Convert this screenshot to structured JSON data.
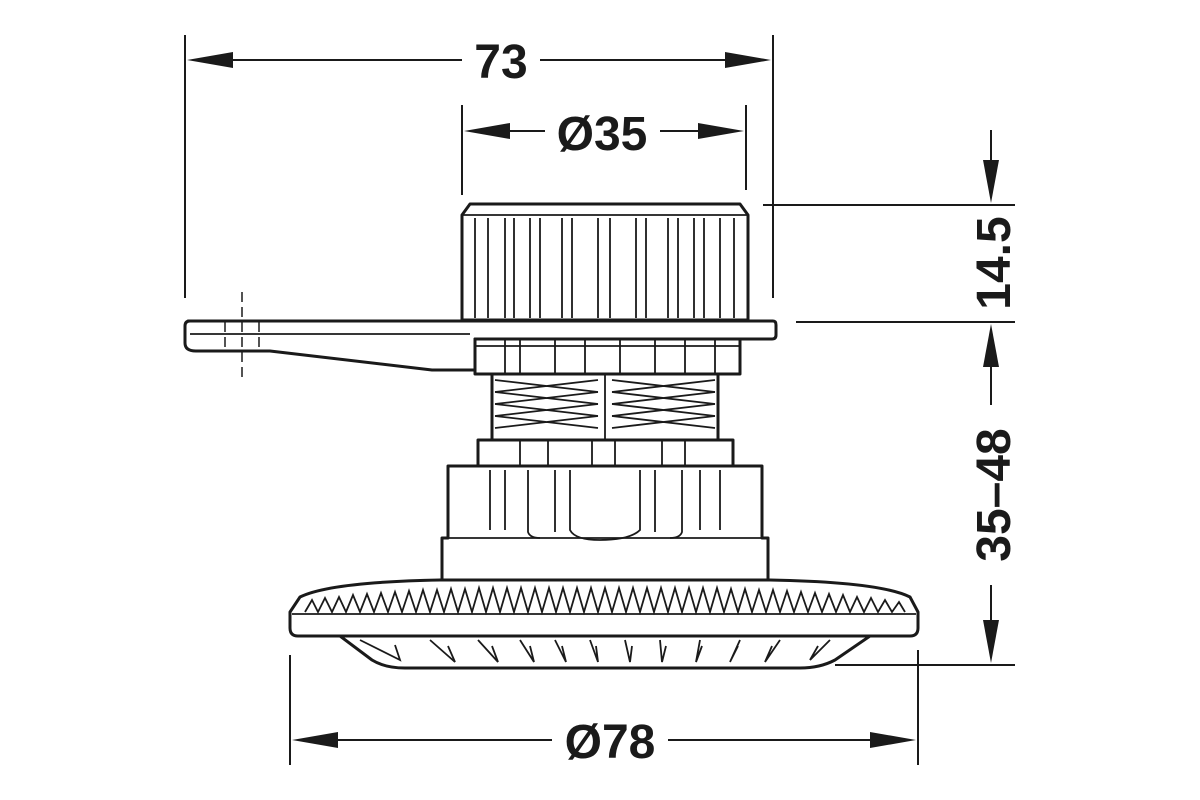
{
  "dimensions": {
    "overall_width": "73",
    "knob_diameter": "Ø35",
    "knob_height": "14.5",
    "adjust_range": "35–48",
    "base_diameter": "Ø78"
  },
  "colors": {
    "line": "#1a1a1a",
    "background": "#ffffff"
  }
}
